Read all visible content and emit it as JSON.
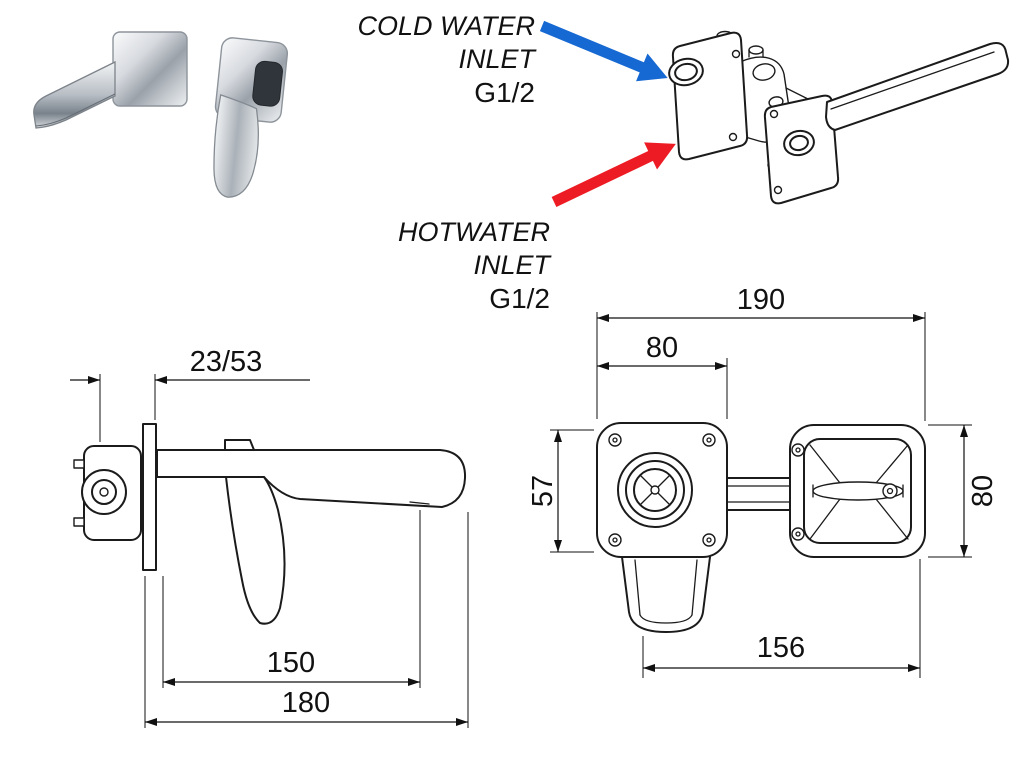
{
  "colors": {
    "cold": "#1668d2",
    "hot": "#ed1c24",
    "line": "#1a1a1a"
  },
  "annotations": {
    "cold": {
      "line1": "COLD WATER",
      "line2": "INLET",
      "thread": "G1/2"
    },
    "hot": {
      "line1": "HOTWATER",
      "line2": "INLET",
      "thread": "G1/2"
    }
  },
  "side_view": {
    "offset": "23/53",
    "reach": "150",
    "total": "180"
  },
  "front_view": {
    "total_width": "190",
    "valve_plate_width": "80",
    "valve_height": "57",
    "plate_height": "80",
    "centre_distance": "156"
  }
}
